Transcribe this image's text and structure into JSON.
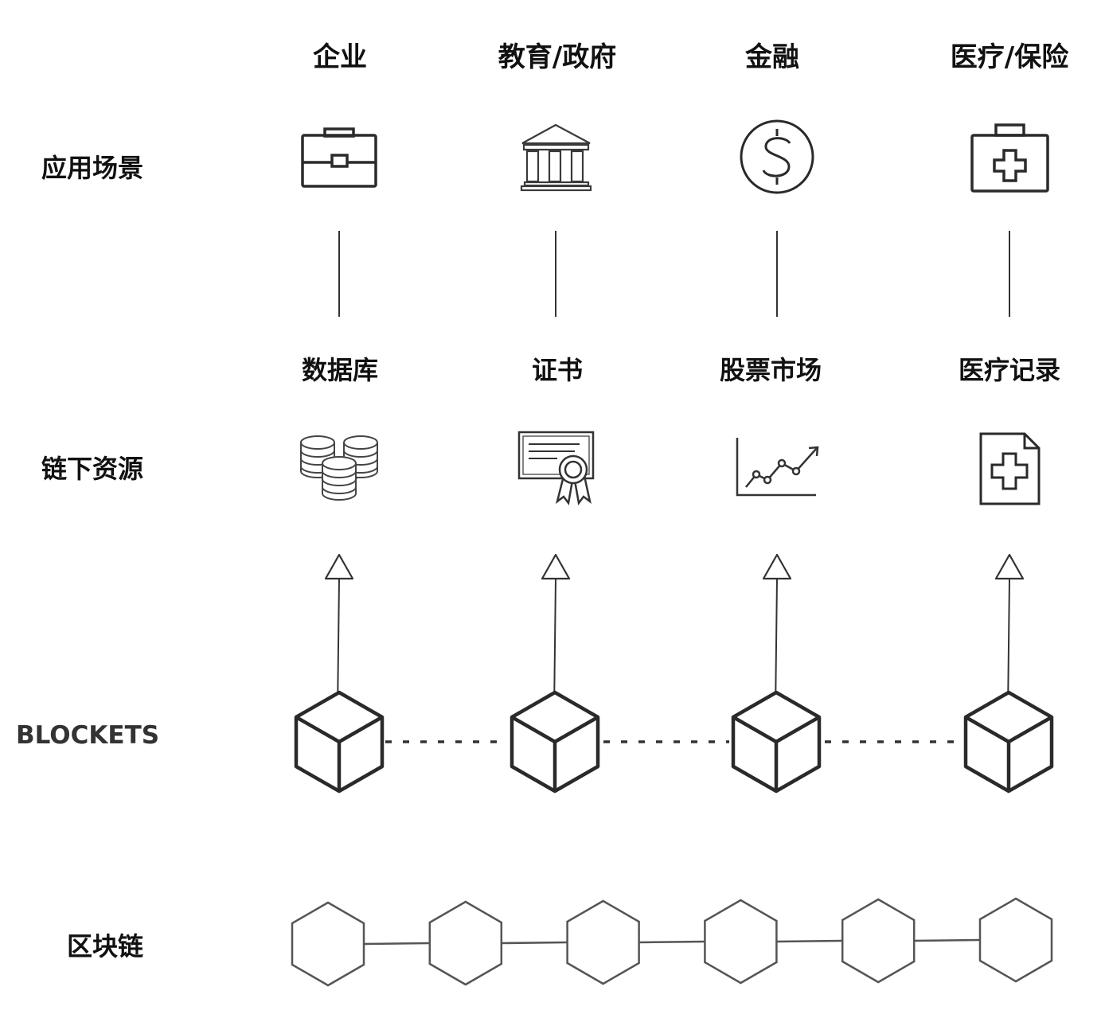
{
  "row_labels": {
    "scenarios": "应用场景",
    "offchain": "链下资源",
    "blockets": "BLOCKETS",
    "blockchain": "区块链"
  },
  "columns": [
    {
      "title": "企业",
      "resource": "数据库",
      "scenario_icon": "briefcase-icon",
      "resource_icon": "database-icon"
    },
    {
      "title": "教育/政府",
      "resource": "证书",
      "scenario_icon": "government-building-icon",
      "resource_icon": "certificate-icon"
    },
    {
      "title": "金融",
      "resource": "股票市场",
      "scenario_icon": "dollar-coin-icon",
      "resource_icon": "stock-chart-icon"
    },
    {
      "title": "医疗/保险",
      "resource": "医疗记录",
      "scenario_icon": "medical-kit-icon",
      "resource_icon": "medical-record-icon"
    }
  ],
  "blockchain": {
    "node_count": 6,
    "node_icon": "hexagon-block-icon"
  },
  "colors": {
    "stroke": "#2a2a2a",
    "light_stroke": "#555555",
    "text": "#111111"
  }
}
